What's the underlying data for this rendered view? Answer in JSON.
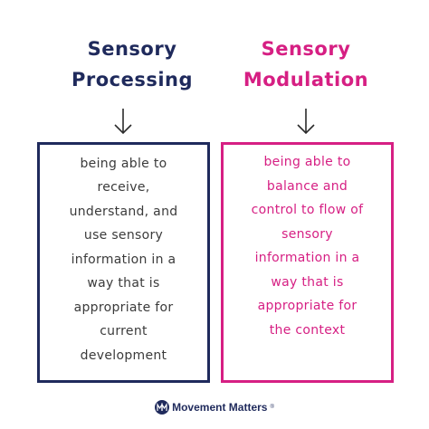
{
  "left": {
    "title_line1": "Sensory",
    "title_line2": "Processing",
    "description": "being able to\nreceive,\nunderstand, and\nuse sensory\ninformation in a\nway that is\nappropriate for\ncurrent\ndevelopment",
    "color": "#1f2a5c"
  },
  "right": {
    "title_line1": "Sensory",
    "title_line2": "Modulation",
    "description": "being able to\nbalance and\ncontrol to flow of\nsensory\ninformation in a\nway that is\nappropriate for\nthe context",
    "color": "#d61f83"
  },
  "footer": {
    "brand": "Movement Matters",
    "registered": "®",
    "logo_icon": "mm-logo-icon"
  }
}
